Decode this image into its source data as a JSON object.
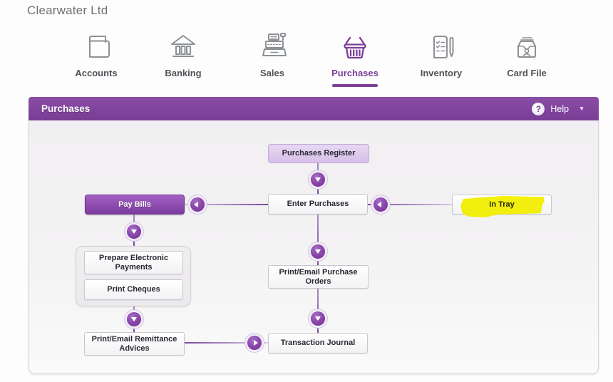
{
  "company": {
    "name": "Clearwater Ltd"
  },
  "nav": {
    "items": [
      {
        "label": "Accounts",
        "icon": "folder-icon",
        "active": false
      },
      {
        "label": "Banking",
        "icon": "bank-icon",
        "active": false
      },
      {
        "label": "Sales",
        "icon": "cash-register-icon",
        "active": false
      },
      {
        "label": "Purchases",
        "icon": "basket-icon",
        "active": true
      },
      {
        "label": "Inventory",
        "icon": "inventory-list-icon",
        "active": false
      },
      {
        "label": "Card File",
        "icon": "card-file-icon",
        "active": false
      }
    ]
  },
  "header": {
    "title": "Purchases",
    "help_label": "Help",
    "help_glyph": "?",
    "caret_glyph": "▼"
  },
  "flowchart": {
    "nodes": {
      "purchases_register": {
        "label": "Purchases Register",
        "style": "lavender"
      },
      "pay_bills": {
        "label": "Pay Bills",
        "style": "purple"
      },
      "enter_purchases": {
        "label": "Enter Purchases",
        "style": "white"
      },
      "in_tray": {
        "label": "In Tray",
        "style": "white",
        "highlighted": true
      },
      "prepare_electronic_payments": {
        "label": "Prepare Electronic Payments",
        "style": "white"
      },
      "print_cheques": {
        "label": "Print Cheques",
        "style": "white"
      },
      "print_email_purchase_orders": {
        "label": "Print/Email Purchase Orders",
        "style": "white"
      },
      "print_email_remittance_advices": {
        "label": "Print/Email Remittance Advices",
        "style": "white"
      },
      "transaction_journal": {
        "label": "Transaction Journal",
        "style": "white"
      }
    }
  },
  "colors": {
    "accent_purple": "#7d3f98",
    "header_gradient_top": "#8a4da6",
    "header_gradient_bottom": "#7a3d96",
    "panel_bg": "#f3f2f3",
    "highlight_yellow": "#f1ed00",
    "icon_gray": "#8d9094"
  }
}
